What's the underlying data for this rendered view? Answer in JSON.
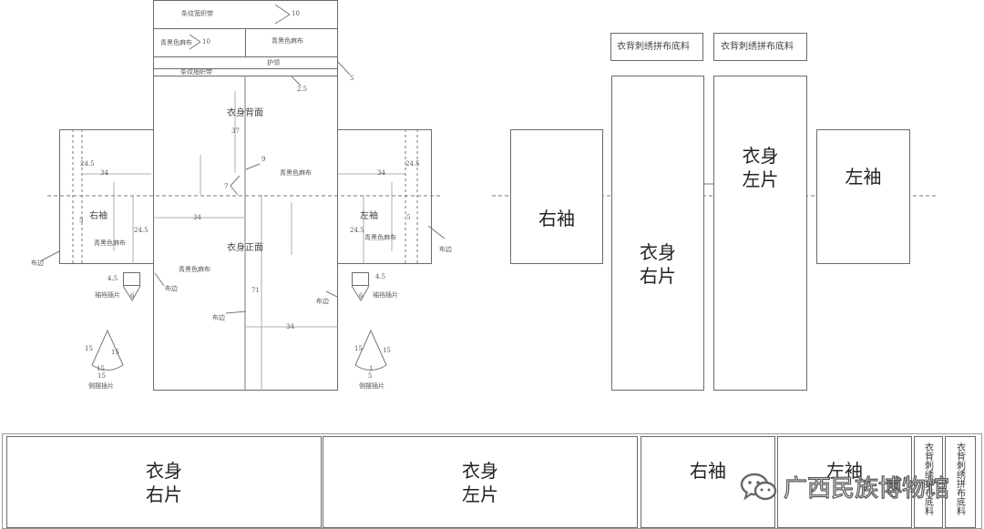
{
  "pattern": {
    "top_band_label": "条纹宽织带",
    "top_band_dim": "10",
    "qh_left": "青黑色麻布",
    "qh_left_dim": "10",
    "qh_right": "青黑色麻布",
    "neckband": "护领",
    "stripe_band": "条纹细织带",
    "dim_25": "2.5",
    "dim_5": "5",
    "back_label": "衣身背面",
    "front_label": "衣身正面",
    "dim_37": "37",
    "dim_9": "9",
    "dim_7": "7",
    "body_mat_right": "青黑色麻布",
    "body_mat_front": "青黑色麻布",
    "dim_34_mid": "34",
    "dim_34_bottom": "34",
    "dim_71": "71",
    "edge_bottom": "布边",
    "edge_front_left": "布边",
    "edge_front_right": "布边",
    "left_sleeve": {
      "label": "右袖",
      "material": "青黑色麻布",
      "dim_245_top": "24.5",
      "dim_34": "34",
      "dim_5": "5",
      "dim_245_side": "24.5",
      "edge": "布边"
    },
    "right_sleeve": {
      "label": "左袖",
      "material": "青黑色麻布",
      "dim_245_top": "24.5",
      "dim_34": "34",
      "dim_5": "5",
      "dim_245_side": "24.5",
      "edge": "布边"
    },
    "left_gusset": {
      "label": "袖裆插片",
      "dim_45": "4.5",
      "dim_6": "6"
    },
    "right_gusset": {
      "label": "袖裆插片",
      "dim_45": "4.5",
      "dim_6": "6"
    },
    "left_side": {
      "label": "侧摆插片",
      "dim_a": "15",
      "dim_b": "15",
      "dim_c": "15",
      "dim_d": "15"
    },
    "right_side": {
      "label": "侧摆插片",
      "dim_a": "15",
      "dim_b": "15",
      "dim_c": "1",
      "dim_d": "5"
    }
  },
  "layout": {
    "top_label_left": "衣背刺绣拼布底料",
    "top_label_right": "衣背刺绣拼布底料",
    "right_sleeve": "右袖",
    "body_right": "衣身\n右片",
    "body_left": "衣身\n左片",
    "left_sleeve": "左袖"
  },
  "strip": {
    "body_right": "衣身\n右片",
    "body_left": "衣身\n左片",
    "right_sleeve": "右袖",
    "left_sleeve": "左袖",
    "emb1": "衣背刺绣拼布底料",
    "emb2": "衣背刺绣拼布底料"
  },
  "watermark": "广西民族博物馆"
}
